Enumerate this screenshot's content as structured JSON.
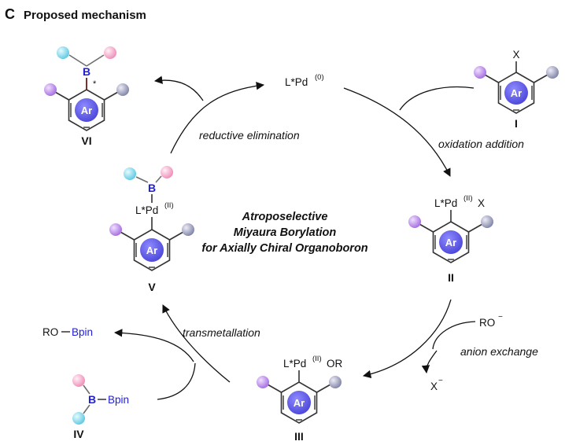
{
  "panel": {
    "letter": "C",
    "title": "Proposed mechanism"
  },
  "center_title": {
    "line1": "Atroposelective",
    "line2": "Miyaura Borylation",
    "line3": "for Axially Chiral Organoboron"
  },
  "ring_label": "Ar",
  "boron_letter": "B",
  "stereo_star": "*",
  "colors": {
    "arrow": "#111111",
    "ring_fill": "#5b56e6",
    "purple_ball": "#b47ee6",
    "grey_ball": "#8d8fb0",
    "cyan_ball": "#7fd6ea",
    "pink_ball": "#f4a3c6",
    "boron": "#1f1fd6",
    "bond_dark": "#6e1a1a"
  },
  "species": {
    "pd0": {
      "main": "L*Pd",
      "sup": "(0)"
    },
    "I": {
      "label": "I",
      "x_sub": "X"
    },
    "II": {
      "label": "II",
      "main": "L*Pd",
      "sup": "(II)",
      "tail": "X"
    },
    "III": {
      "label": "III",
      "main": "L*Pd",
      "sup": "(II)",
      "tail": "OR"
    },
    "IV": {
      "label": "IV",
      "bpin": "Bpin"
    },
    "V": {
      "label": "V",
      "main": "L*Pd",
      "sup": "(II)"
    },
    "VI": {
      "label": "VI"
    }
  },
  "steps": {
    "oxidative": "oxidation addition",
    "anion": "anion exchange",
    "transmet": "transmetallation",
    "reductive": "reductive elimination"
  },
  "reagents": {
    "ro_minus": {
      "main": "RO",
      "sup": "−"
    },
    "x_minus": {
      "main": "X",
      "sup": "−"
    },
    "ro_bpin": {
      "ro": "RO",
      "bpin": "Bpin"
    }
  }
}
